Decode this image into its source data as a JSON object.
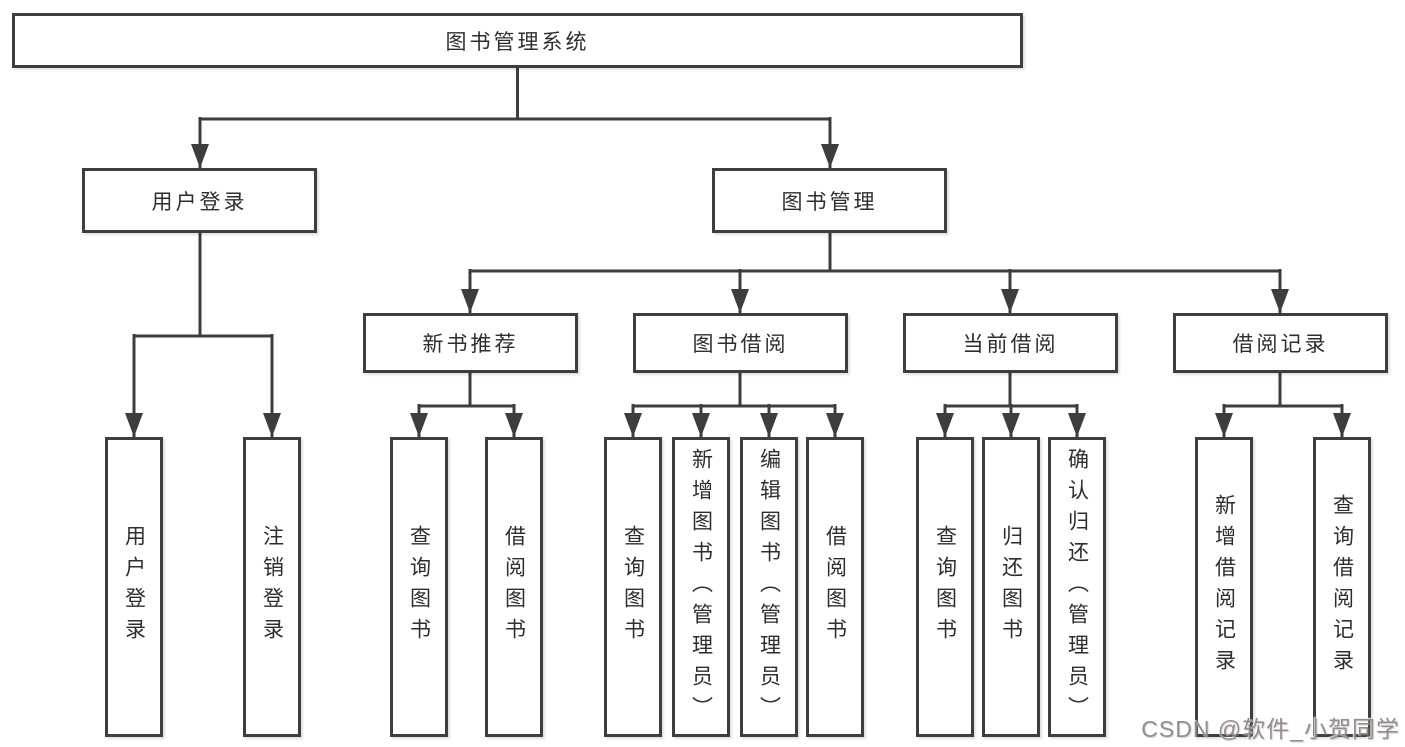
{
  "watermark": "CSDN @软件_小贺同学",
  "colors": {
    "line": "#3d3d3d",
    "box_border": "#3e3e3e",
    "text": "#2e2e2e",
    "watermark": "#8f8f8f"
  },
  "tree": {
    "label": "图书管理系统",
    "children": [
      {
        "label": "用户登录",
        "children": [
          {
            "label": "用户登录"
          },
          {
            "label": "注销登录"
          }
        ]
      },
      {
        "label": "图书管理",
        "children": [
          {
            "label": "新书推荐",
            "children": [
              {
                "label": "查询图书"
              },
              {
                "label": "借阅图书"
              }
            ]
          },
          {
            "label": "图书借阅",
            "children": [
              {
                "label": "查询图书"
              },
              {
                "label": "新增图书（管理员）"
              },
              {
                "label": "编辑图书（管理员）"
              },
              {
                "label": "借阅图书"
              }
            ]
          },
          {
            "label": "当前借阅",
            "children": [
              {
                "label": "查询图书"
              },
              {
                "label": "归还图书"
              },
              {
                "label": "确认归还（管理员）"
              }
            ]
          },
          {
            "label": "借阅记录",
            "children": [
              {
                "label": "新增借阅记录"
              },
              {
                "label": "查询借阅记录"
              }
            ]
          }
        ]
      }
    ]
  }
}
